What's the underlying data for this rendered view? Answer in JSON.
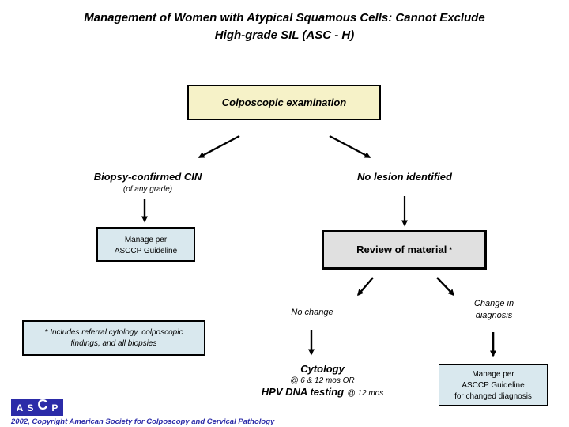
{
  "title": {
    "line1": "Management of Women with Atypical Squamous Cells: Cannot Exclude",
    "line2": "High-grade SIL (ASC - H)"
  },
  "flowchart": {
    "root_box": "Colposcopic examination",
    "left_branch": {
      "label": "Biopsy-confirmed CIN",
      "sublabel": "(of any grade)",
      "box_line1": "Manage per",
      "box_line2": "ASCCP Guideline"
    },
    "right_branch": {
      "label": "No lesion identified",
      "review_box": "Review of material",
      "review_asterisk": "*"
    },
    "no_change_branch": {
      "label": "No change",
      "cytology_line1": "Cytology",
      "cytology_line2": "@ 6 & 12 mos OR",
      "cytology_line3_main": "HPV DNA testing",
      "cytology_line3_note": "@ 12 mos"
    },
    "change_branch": {
      "label_line1": "Change in",
      "label_line2": "diagnosis",
      "box_line1": "Manage per",
      "box_line2": "ASCCP Guideline",
      "box_line3": "for changed diagnosis"
    },
    "footnote": {
      "line1": "* Includes referral cytology, colposcopic",
      "line2": "findings, and all biopsies"
    }
  },
  "footer": {
    "logo_letters": [
      "A",
      "S",
      "C",
      "P"
    ],
    "copyright": "2002, Copyright American Society for Colposcopy and Cervical Pathology"
  },
  "colors": {
    "root_box_fill": "#f6f2c8",
    "info_box_fill": "#d9e8ee",
    "review_box_fill": "#e0e0e0",
    "brand_navy": "#2b2ba8"
  }
}
